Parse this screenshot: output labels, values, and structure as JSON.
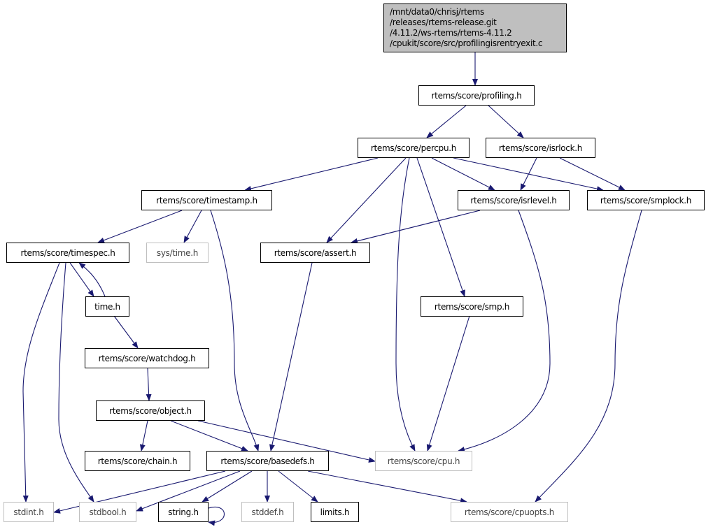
{
  "colors": {
    "edge": "#191970",
    "node_border": "#000000",
    "external_border": "#bfbfbf",
    "root_fill": "#bfbfbf"
  },
  "root": {
    "lines": [
      "/mnt/data0/chrisj/rtems",
      "/releases/rtems-release.git",
      "/4.11.2/ws-rtems/rtems-4.11.2",
      "/cpukit/score/src/profilingisrentryexit.c"
    ]
  },
  "nodes": {
    "profiling": "rtems/score/profiling.h",
    "percpu": "rtems/score/percpu.h",
    "isrlock": "rtems/score/isrlock.h",
    "timestamp": "rtems/score/timestamp.h",
    "isrlevel": "rtems/score/isrlevel.h",
    "smplock": "rtems/score/smplock.h",
    "timespec": "rtems/score/timespec.h",
    "systime": "sys/time.h",
    "assert": "rtems/score/assert.h",
    "time": "time.h",
    "smp": "rtems/score/smp.h",
    "watchdog": "rtems/score/watchdog.h",
    "object": "rtems/score/object.h",
    "chain": "rtems/score/chain.h",
    "basedefs": "rtems/score/basedefs.h",
    "cpu": "rtems/score/cpu.h",
    "stdint": "stdint.h",
    "stdbool": "stdbool.h",
    "string": "string.h",
    "stddef": "stddef.h",
    "limits": "limits.h",
    "cpuopts": "rtems/score/cpuopts.h"
  },
  "edges": [
    [
      "root",
      "profiling"
    ],
    [
      "profiling",
      "percpu"
    ],
    [
      "profiling",
      "isrlock"
    ],
    [
      "percpu",
      "timestamp"
    ],
    [
      "percpu",
      "assert"
    ],
    [
      "percpu",
      "cpu"
    ],
    [
      "percpu",
      "smp"
    ],
    [
      "percpu",
      "isrlevel"
    ],
    [
      "percpu",
      "smplock"
    ],
    [
      "isrlock",
      "isrlevel"
    ],
    [
      "isrlock",
      "smplock"
    ],
    [
      "timestamp",
      "timespec"
    ],
    [
      "timestamp",
      "systime"
    ],
    [
      "timestamp",
      "basedefs"
    ],
    [
      "isrlevel",
      "assert"
    ],
    [
      "isrlevel",
      "cpu"
    ],
    [
      "smplock",
      "cpuopts"
    ],
    [
      "assert",
      "basedefs"
    ],
    [
      "timespec",
      "stdint"
    ],
    [
      "timespec",
      "stdbool"
    ],
    [
      "timespec",
      "time"
    ],
    [
      "time",
      "timespec"
    ],
    [
      "time",
      "watchdog"
    ],
    [
      "watchdog",
      "object"
    ],
    [
      "object",
      "chain"
    ],
    [
      "object",
      "basedefs"
    ],
    [
      "object",
      "cpu"
    ],
    [
      "smp",
      "cpu"
    ],
    [
      "basedefs",
      "stdint"
    ],
    [
      "basedefs",
      "stdbool"
    ],
    [
      "basedefs",
      "string"
    ],
    [
      "basedefs",
      "stddef"
    ],
    [
      "basedefs",
      "limits"
    ],
    [
      "basedefs",
      "cpuopts"
    ],
    [
      "string",
      "string"
    ]
  ]
}
